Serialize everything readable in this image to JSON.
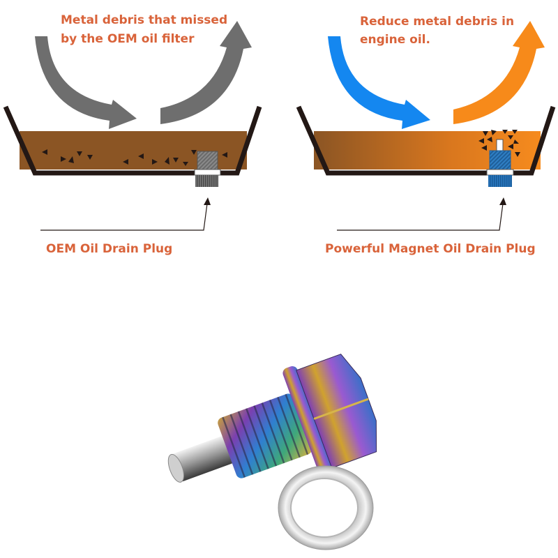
{
  "left_panel": {
    "caption_line1": "Metal debris that missed",
    "caption_line2": "by the OEM oil filter",
    "plug_label": "OEM Oil Drain Plug",
    "arrow_color": "#6e6e6e",
    "plug_icon": "oem-drain-plug-icon"
  },
  "right_panel": {
    "caption_line1": "Reduce metal debris in",
    "caption_line2": "engine oil.",
    "plug_label": "Powerful Magnet Oil Drain Plug",
    "arrow_in_color": "#1487f0",
    "arrow_out_color": "#f78a1a",
    "plug_icon": "magnetic-drain-plug-icon"
  },
  "colors": {
    "text": "#d9633a",
    "oil": "#8b5524",
    "oil_bright": "#f28a1e",
    "pan": "#231815"
  },
  "product": {
    "plug_icon": "neochrome-magnetic-drain-plug",
    "washer_icon": "aluminum-crush-washer"
  }
}
